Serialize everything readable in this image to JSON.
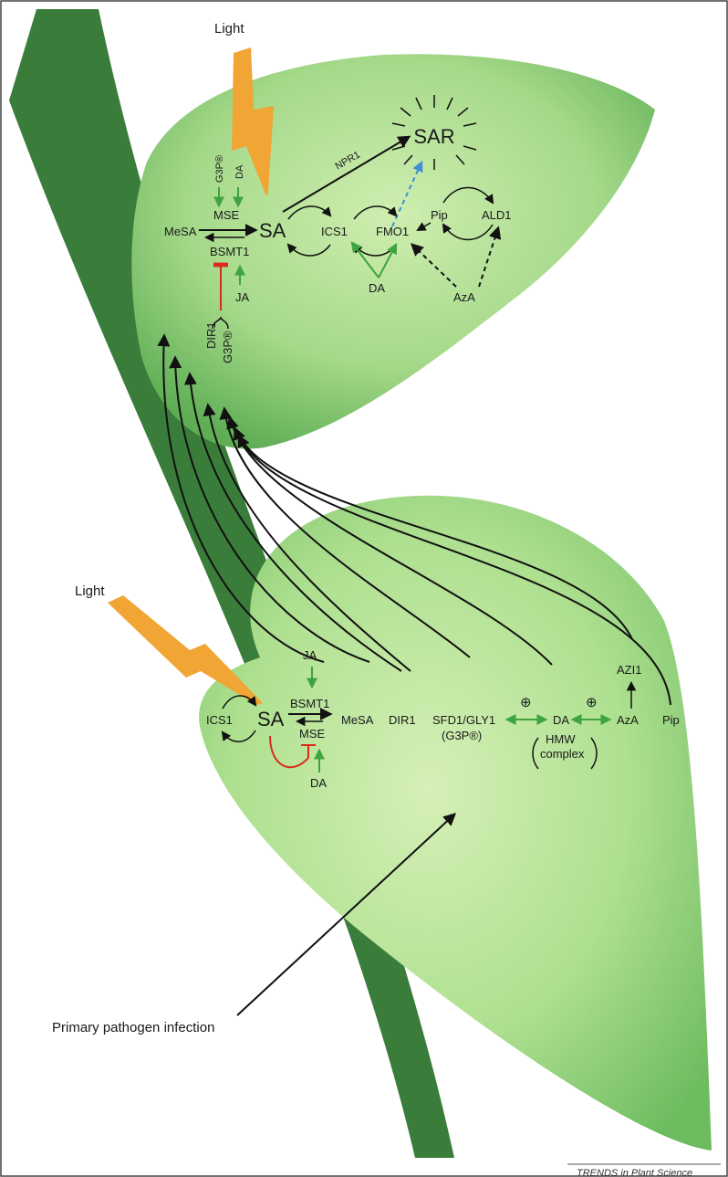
{
  "colors": {
    "stem": "#3a7d3a",
    "leaf_light": "#b9e39c",
    "leaf_dark": "#6bb75a",
    "lightning": "#f0a534",
    "activation": "#3fa33f",
    "inhibition": "#d92a1c",
    "putative": "#3d8fd6"
  },
  "upper_leaf": {
    "light": "Light",
    "sar": "SAR",
    "npr1": "NPR1",
    "g3p": "G3P®",
    "da_top": "DA",
    "mesa": "MeSA",
    "mse": "MSE",
    "sa": "SA",
    "bsmt1": "BSMT1",
    "ja": "JA",
    "dir1": "DIR1",
    "g3p_bottom": "G3P®",
    "ics1": "ICS1",
    "fmo1": "FMO1",
    "da_mid": "DA",
    "pip": "Pip",
    "ald1": "ALD1",
    "aza": "AzA"
  },
  "lower_leaf": {
    "light": "Light",
    "ics1": "ICS1",
    "sa": "SA",
    "ja": "JA",
    "bsmt1": "BSMT1",
    "mse": "MSE",
    "da_bottom": "DA",
    "mesa": "MeSA",
    "dir1": "DIR1",
    "sfd1": "SFD1/GLY1",
    "g3p": "(G3P®)",
    "plus1": "⊕",
    "da": "DA",
    "hmw": "HMW",
    "complex": "complex",
    "plus2": "⊕",
    "aza": "AzA",
    "azi1": "AZI1",
    "pip": "Pip"
  },
  "primary_infection": "Primary pathogen infection",
  "credit": "TRENDS in Plant Science"
}
